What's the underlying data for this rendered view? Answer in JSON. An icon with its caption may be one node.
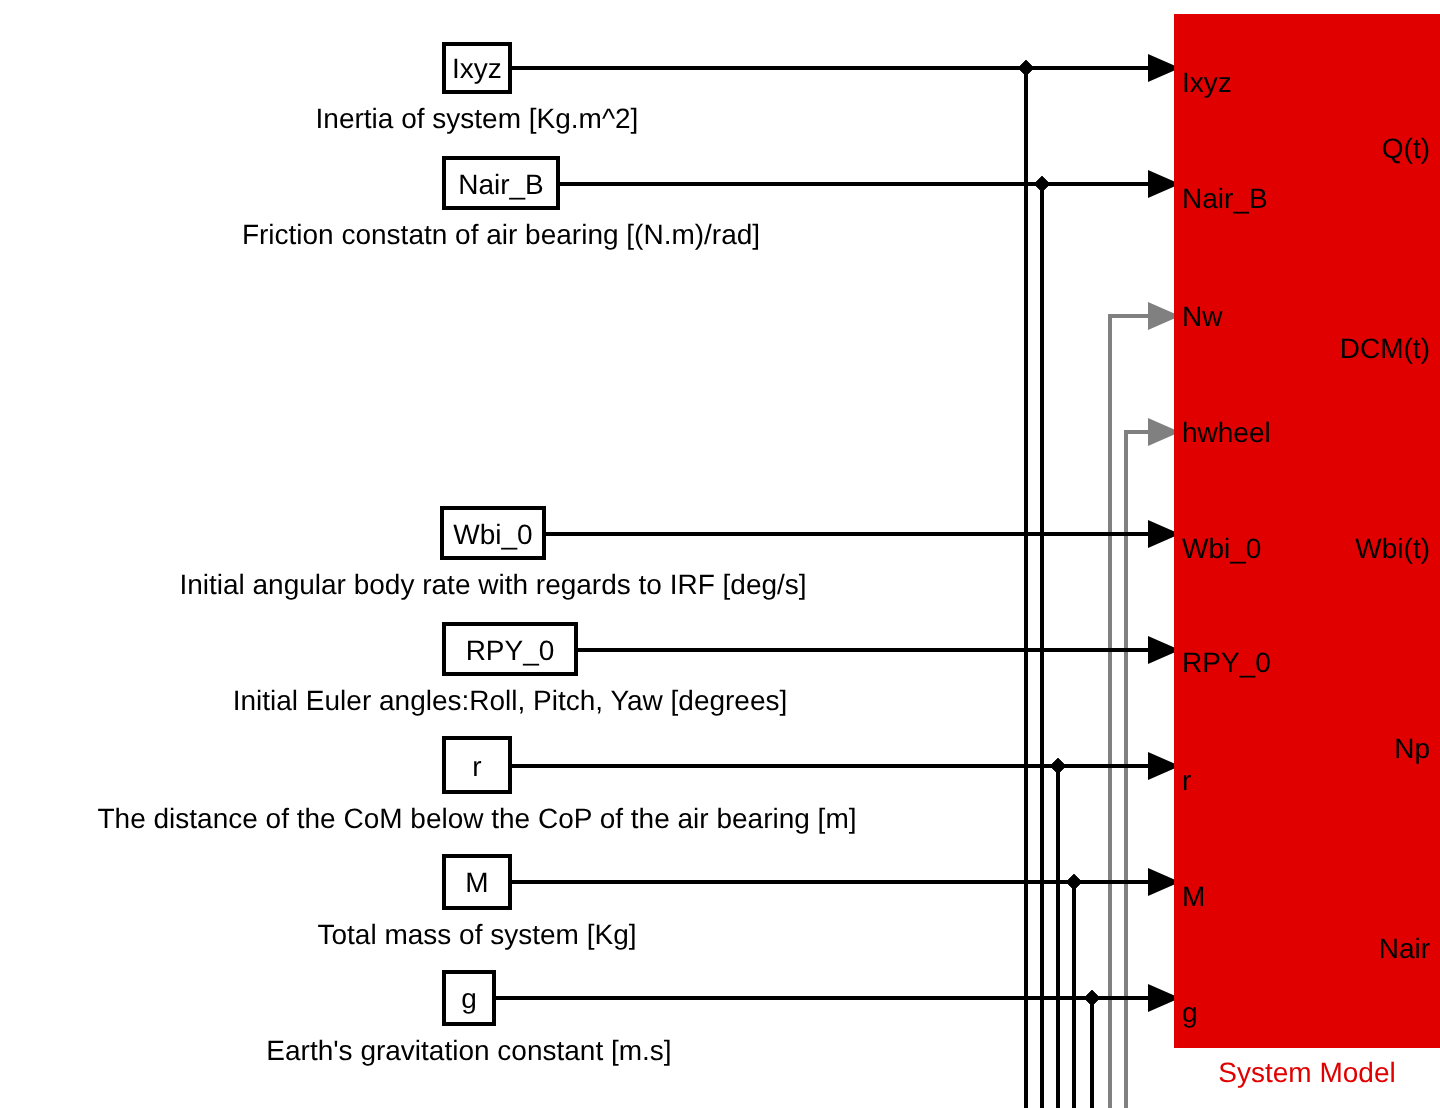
{
  "diagram": {
    "nodes": [
      {
        "text": [
          "Ixyz"
        ],
        "beside": [
          "Inertia of system [Kg.m^2]"
        ]
      },
      {
        "text": [
          "Nair_B"
        ],
        "beside": [
          "Friction constatn of air bearing [(N.m)/rad]"
        ]
      },
      {
        "text": [
          "Wbi_0"
        ],
        "beside": [
          "Initial angular body rate with regards to IRF [deg/s]"
        ]
      },
      {
        "text": [
          "RPY_0"
        ],
        "beside": [
          "Initial Euler angles:Roll, Pitch, Yaw [degrees]"
        ]
      },
      {
        "text": [
          "r"
        ],
        "beside": [
          "The distance of the CoM below the CoP of the air bearing [m]"
        ]
      },
      {
        "text": [
          "M"
        ],
        "beside": [
          "Total mass of system [Kg]"
        ]
      },
      {
        "text": [
          "g"
        ],
        "beside": [
          "Earth's gravitation constant [m.s]"
        ]
      },
      {
        "text": [
          "System Model"
        ]
      },
      {
        "text": [
          "Ixyz"
        ],
        "in": 7
      },
      {
        "text": [
          "Nair_B"
        ],
        "in": 7
      },
      {
        "text": [
          "Nw"
        ],
        "in": 7
      },
      {
        "text": [
          "hwheel"
        ],
        "in": 7
      },
      {
        "text": [
          "Wbi_0"
        ],
        "in": 7
      },
      {
        "text": [
          "RPY_0"
        ],
        "in": 7
      },
      {
        "text": [
          "r"
        ],
        "in": 7
      },
      {
        "text": [
          "M"
        ],
        "in": 7
      },
      {
        "text": [
          "g"
        ],
        "in": 7
      },
      {
        "text": [
          "Q(t)"
        ],
        "in": 7
      },
      {
        "text": [
          "DCM(t)"
        ],
        "in": 7
      },
      {
        "text": [
          "Wbi(t)"
        ],
        "in": 7
      },
      {
        "text": [
          "Np"
        ],
        "in": 7
      },
      {
        "text": [
          "Nair"
        ],
        "in": 7
      }
    ],
    "edges": [
      {
        "from": 0,
        "to": 8,
        "arrow": "to"
      },
      {
        "from": 0,
        "to": null,
        "arrow": "none"
      },
      {
        "from": 1,
        "to": 9,
        "arrow": "to"
      },
      {
        "from": 1,
        "to": null,
        "arrow": "none"
      },
      {
        "from": null,
        "to": 10,
        "arrow": "to",
        "color": "#808080"
      },
      {
        "from": null,
        "to": 11,
        "arrow": "to",
        "color": "#808080"
      },
      {
        "from": 2,
        "to": 12,
        "arrow": "to"
      },
      {
        "from": 3,
        "to": 13,
        "arrow": "to"
      },
      {
        "from": 4,
        "to": 14,
        "arrow": "to"
      },
      {
        "from": 4,
        "to": null,
        "arrow": "none"
      },
      {
        "from": 5,
        "to": 15,
        "arrow": "to"
      },
      {
        "from": 5,
        "to": null,
        "arrow": "none"
      },
      {
        "from": 6,
        "to": 16,
        "arrow": "to"
      },
      {
        "from": 6,
        "to": null,
        "arrow": "none"
      }
    ]
  }
}
